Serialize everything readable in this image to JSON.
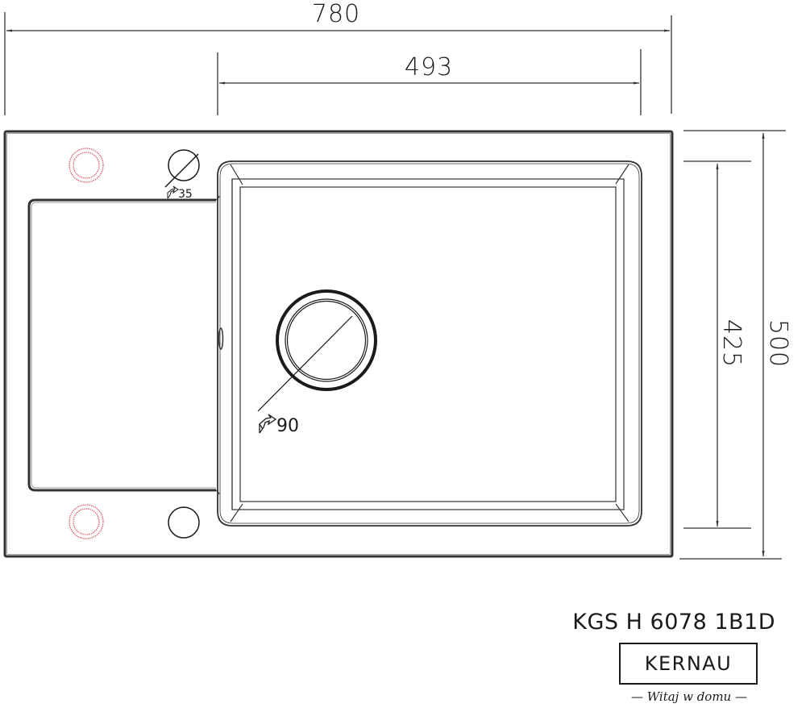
{
  "diagram": {
    "type": "technical-drawing",
    "subject": "kitchen sink top view with drainboard",
    "units": "mm",
    "dimensions": {
      "overall_width": "780",
      "bowl_width": "493",
      "bowl_depth": "425",
      "overall_depth": "500"
    },
    "holes": [
      {
        "id": "tap-hole",
        "label": "35",
        "symbol": "diameter-icon"
      },
      {
        "id": "drain",
        "label": "90",
        "symbol": "diameter-icon"
      },
      {
        "id": "overflow-hole",
        "label": ""
      },
      {
        "id": "optional-hole-top",
        "color": "#d9535f"
      },
      {
        "id": "optional-hole-bottom",
        "color": "#d9535f"
      }
    ],
    "colors": {
      "line": "#1a1a1a",
      "optional_hole": "#d9535f"
    }
  },
  "footer": {
    "model": "KGS H 6078 1B1D",
    "brand": "KERNAU",
    "tagline": "— Witaj w domu —"
  }
}
